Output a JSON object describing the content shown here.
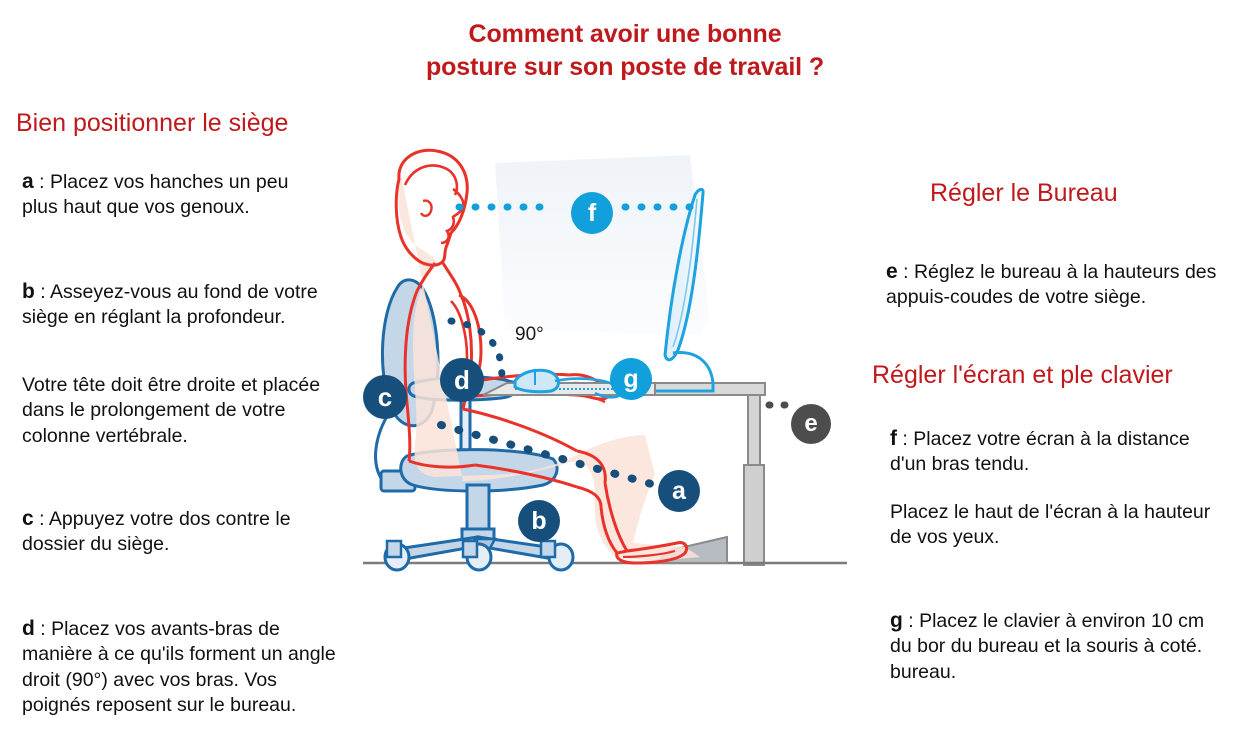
{
  "title": {
    "line1": "Comment avoir une bonne",
    "line2": "posture sur son poste de travail ?",
    "color": "#c0191c"
  },
  "colors": {
    "heading_red": "#c0191c",
    "marker_navy": "#174f7c",
    "marker_cyan": "#12a0dc",
    "marker_grey": "#4d4d4d",
    "body_text": "#111111",
    "chair_blue": "#1f6aa8",
    "chair_fill": "#c3d7e8",
    "body_outline": "#e8322a",
    "skin_fill": "#fbe3d8",
    "desk_grey": "#8c8c8c",
    "background": "#ffffff"
  },
  "left_column": {
    "heading": "Bien positionner le siège",
    "items": [
      {
        "lead": "a",
        "separator": " : ",
        "text": "Placez vos hanches un peu plus haut que vos genoux."
      },
      {
        "lead": "b",
        "separator": " : ",
        "text": "Asseyez-vous au fond de votre siège en réglant la profondeur."
      },
      {
        "lead": "",
        "separator": "",
        "text": "Votre tête doit être droite et placée dans le prolongement de votre colonne vertébrale."
      },
      {
        "lead": "c",
        "separator": " : ",
        "text": "Appuyez votre dos contre le dossier du siège."
      },
      {
        "lead": "d",
        "separator": " : ",
        "text": "Placez vos avants-bras de manière à ce qu'ils forment un angle droit (90°) avec vos bras. Vos poignés reposent sur le bureau."
      }
    ]
  },
  "right_column": {
    "heading_desk": "Régler le Bureau",
    "heading_screen": "Régler l'écran et ple clavier",
    "items": [
      {
        "lead": "e",
        "separator": " : ",
        "text": "Réglez le bureau à la hauteurs des appuis-coudes de votre siège."
      },
      {
        "lead": "f",
        "separator": " : ",
        "text": "Placez votre écran à la distance d'un bras tendu."
      },
      {
        "lead": "",
        "separator": "",
        "text": "Placez le haut de l'écran à la hauteur de vos yeux."
      },
      {
        "lead": "g",
        "separator": " : ",
        "text": "Placez le clavier à environ 10 cm du bor du bureau et la souris à coté."
      },
      {
        "lead": "",
        "separator": "",
        "text": " bureau."
      }
    ]
  },
  "illustration": {
    "angle_label": "90°",
    "markers": [
      {
        "id": "a",
        "label": "a",
        "color": "navy",
        "meaning": "hips-higher-than-knees"
      },
      {
        "id": "b",
        "label": "b",
        "color": "navy",
        "meaning": "sit-back-in-seat"
      },
      {
        "id": "c",
        "label": "c",
        "color": "navy",
        "meaning": "back-against-backrest"
      },
      {
        "id": "d",
        "label": "d",
        "color": "navy",
        "meaning": "forearms-right-angle"
      },
      {
        "id": "e",
        "label": "e",
        "color": "grey",
        "meaning": "desk-height"
      },
      {
        "id": "f",
        "label": "f",
        "color": "cyan",
        "meaning": "screen-arm-distance"
      },
      {
        "id": "g",
        "label": "g",
        "color": "cyan",
        "meaning": "keyboard-position"
      }
    ],
    "scene_items": [
      "seated-person",
      "office-chair",
      "monitor",
      "keyboard",
      "mouse",
      "desk",
      "footrest"
    ]
  }
}
